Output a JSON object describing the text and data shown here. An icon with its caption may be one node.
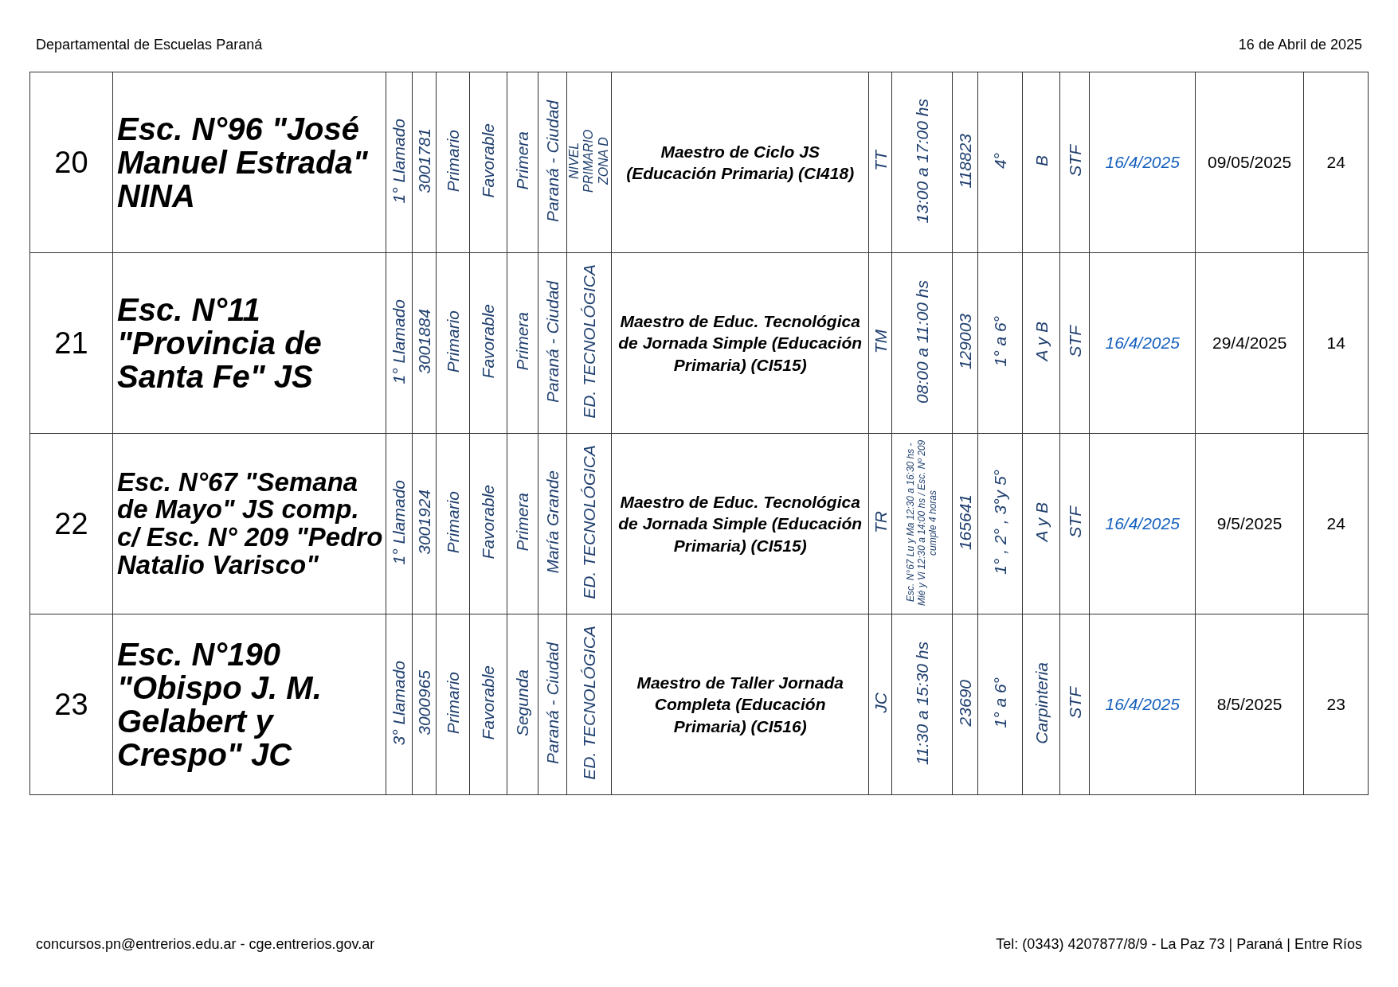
{
  "diagram": {
    "labels": [
      "Departamental de Escuelas Paraná",
      "16 de Abril de 2025",
      "20",
      "Esc. N°96 \"José Manuel Estrada\" NINA",
      "1° Llamado",
      "3001781",
      "Primario",
      "Favorable",
      "Primera",
      "Paraná - Ciudad",
      "NIVEL PRIMARIO ZONA D",
      "Maestro de Ciclo JS (Educación Primaria) (CI418)",
      "TT",
      "13:00 a 17:00 hs",
      "118823",
      "4°",
      "B",
      "STF",
      "16/4/2025",
      "09/05/2025",
      "24",
      "21",
      "Esc. N°11 \"Provincia de Santa Fe\" JS",
      "1° Llamado",
      "3001884",
      "Primario",
      "Favorable",
      "Primera",
      "Paraná - Ciudad",
      "ED. TECNOLÓGICA",
      "Maestro de Educ. Tecnológica de Jornada Simple (Educación Primaria) (CI515)",
      "TM",
      "08:00 a 11:00 hs",
      "129003",
      "1° a 6°",
      "A y B",
      "STF",
      "16/4/2025",
      "29/4/2025",
      "14",
      "22",
      "Esc. N°67 \"Semana de Mayo\" JS comp. c/ Esc. N° 209 \"Pedro Natalio Varisco\"",
      "1° Llamado",
      "3001924",
      "Primario",
      "Favorable",
      "Primera",
      "María Grande",
      "ED. TECNOLÓGICA",
      "Maestro de Educ. Tecnológica de Jornada Simple (Educación Primaria) (CI515)",
      "TR",
      "Esc. N°67 Lu y Ma 12:30 a 16:30 hs - Mié y Vi 12:30  a 14:00 hs / Esc. Nº 209 cumple 4 horas",
      "165641",
      "1° , 2° , 3°y 5°",
      "A y B",
      "STF",
      "16/4/2025",
      "9/5/2025",
      "24",
      "23",
      "Esc. N°190 \"Obispo J. M. Gelabert y Crespo\" JC",
      "3° Llamado",
      "3000965",
      "Primario",
      "Favorable",
      "Segunda",
      "Paraná - Ciudad",
      "ED. TECNOLÓGICA",
      "Maestro de Taller Jornada Completa (Educación Primaria) (CI516)",
      "JC",
      "11:30 a 15:30 hs",
      "23690",
      "1° a 6°",
      "Carpinteria",
      "STF",
      "16/4/2025",
      "8/5/2025",
      "23",
      "concursos.pn@entrerios.edu.ar - cge.entrerios.gov.ar",
      "Tel: (0343) 4207877/8/9 - La Paz 73 | Paraná | Entre Ríos"
    ]
  }
}
